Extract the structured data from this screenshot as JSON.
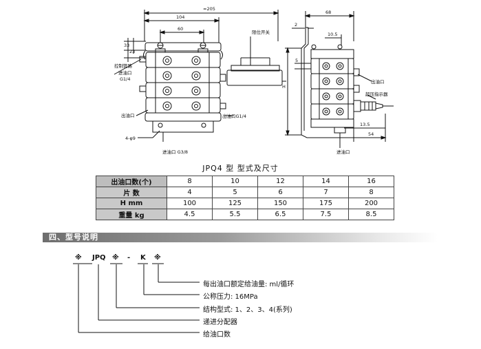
{
  "labels": {
    "dim_205": "≈205",
    "dim_104": "104",
    "dim_60": "60",
    "dim_33": "33",
    "dim_23": "23",
    "switch": "限位开关",
    "control_in": "控制管路",
    "control_in2": "进油口",
    "control_in3": "G1/4",
    "outlet_left": "出油口",
    "outlet_g14": "出油口G1/4",
    "holes": "4-φ9",
    "inlet_g38": "进油口 G3/8",
    "dim_68": "68",
    "dim_2": "2",
    "dim_10_5": "10.5",
    "dim_5": "5",
    "dim_H": "H",
    "outlet_right": "出油口",
    "over_pressure": "超压指示器",
    "dim_13_5": "13.5",
    "dim_54": "54",
    "inlet_right": "进油口"
  },
  "caption": "JPQ4 型  型式及尺寸",
  "table": {
    "rows": [
      {
        "label": "出油口数(个)",
        "values": [
          "8",
          "10",
          "12",
          "14",
          "16"
        ]
      },
      {
        "label": "片  数",
        "values": [
          "4",
          "5",
          "6",
          "7",
          "8"
        ]
      },
      {
        "label": "H  mm",
        "values": [
          "100",
          "125",
          "150",
          "175",
          "200"
        ]
      },
      {
        "label": "重量  kg",
        "values": [
          "4.5",
          "5.5",
          "6.5",
          "7.5",
          "8.5"
        ]
      }
    ]
  },
  "section_title": "四、型号说明",
  "model_code": {
    "parts": [
      "※",
      "JPQ",
      "※",
      "-",
      "K",
      "※"
    ]
  },
  "descriptions": [
    "每出油口额定给油量: ml/循环",
    "公称压力: 16MPa",
    "结构型式: 1、2、3、4(系列)",
    "递进分配器",
    "给油口数"
  ]
}
